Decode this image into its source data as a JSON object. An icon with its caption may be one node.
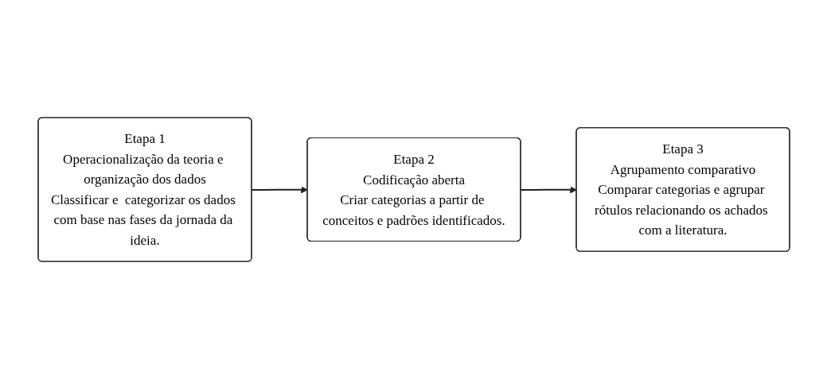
{
  "diagram": {
    "nodes": [
      {
        "text": [
          "Etapa 1",
          "Operacionalização da teoria e organização dos dados",
          "Classificar e  categorizar os dados com base nas fases da jornada da ideia."
        ]
      },
      {
        "text": [
          "Etapa 2",
          "Codificação aberta",
          "Criar categorias a partir de conceitos e padrões identificados."
        ]
      },
      {
        "text": [
          "Etapa 3",
          "Agrupamento comparativo",
          "Comparar categorias e agrupar rótulos relacionando os achados com a literatura."
        ]
      }
    ],
    "edges": [
      {
        "from": 0,
        "to": 1,
        "arrow": "to"
      },
      {
        "from": 1,
        "to": 2,
        "arrow": "to"
      }
    ]
  }
}
